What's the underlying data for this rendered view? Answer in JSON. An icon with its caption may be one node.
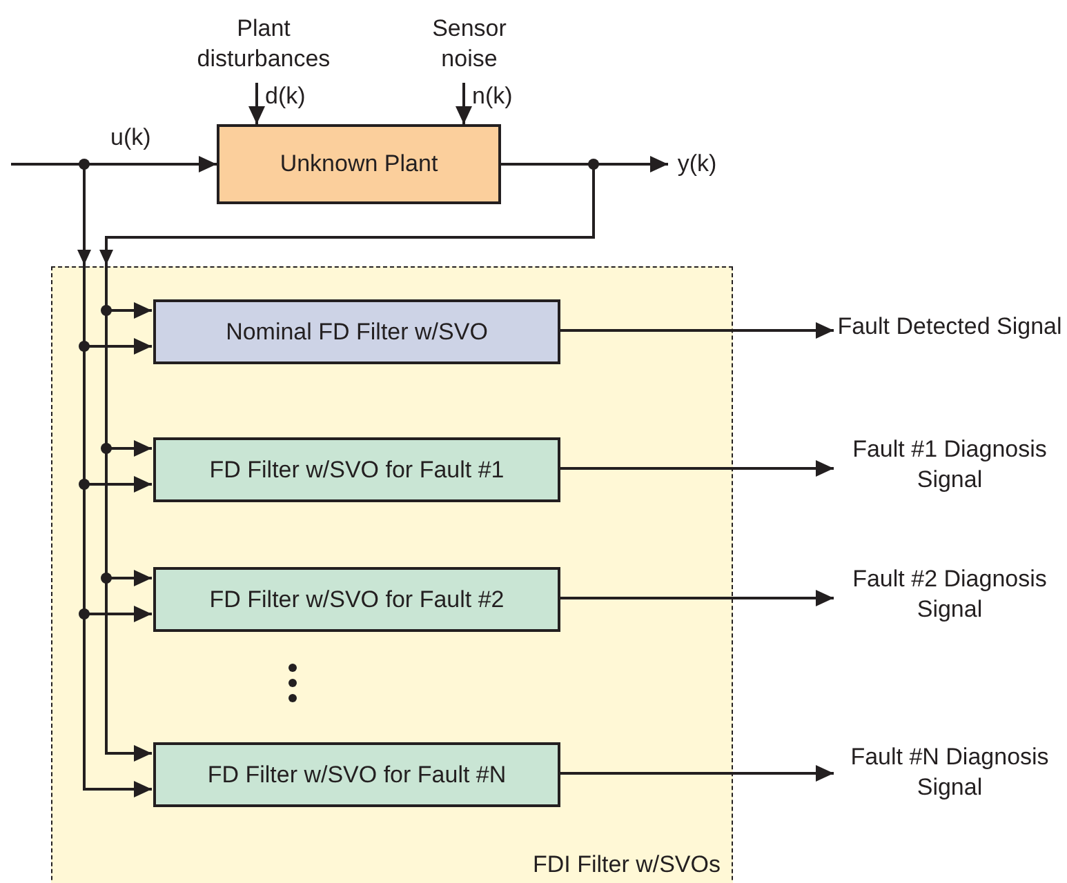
{
  "diagram": {
    "nodes": [
      {
        "text": [
          "Plant disturbances"
        ]
      },
      {
        "text": [
          "Sensor noise"
        ]
      },
      {
        "text": [
          "Unknown Plant"
        ]
      },
      {
        "text": [
          "y(k)"
        ]
      },
      {
        "text": [
          "FDI Filter w/SVOs"
        ]
      },
      {
        "text": [
          "Nominal FD Filter w/SVO"
        ],
        "in": 4
      },
      {
        "text": [
          "FD Filter w/SVO for Fault #1"
        ],
        "in": 4
      },
      {
        "text": [
          "FD Filter w/SVO for Fault #2"
        ],
        "in": 4
      },
      {
        "text": [
          "FD Filter w/SVO for Fault #N"
        ],
        "in": 4
      },
      {
        "text": [
          "Fault Detected Signal"
        ]
      },
      {
        "text": [
          "Fault #1 Diagnosis Signal"
        ]
      },
      {
        "text": [
          "Fault #2 Diagnosis Signal"
        ]
      },
      {
        "text": [
          "Fault #N Diagnosis Signal"
        ]
      }
    ],
    "edges": [
      {
        "from": 0,
        "to": 2,
        "arrow": "to",
        "label": "d(k)"
      },
      {
        "from": 1,
        "to": 2,
        "arrow": "to",
        "label": "n(k)"
      },
      {
        "from": null,
        "to": 2,
        "arrow": "to",
        "label": "u(k)"
      },
      {
        "from": 2,
        "to": 3,
        "arrow": "to"
      },
      {
        "from": null,
        "to": 5,
        "arrow": "to"
      },
      {
        "from": null,
        "to": 6,
        "arrow": "to"
      },
      {
        "from": null,
        "to": 7,
        "arrow": "to"
      },
      {
        "from": null,
        "to": 8,
        "arrow": "to"
      },
      {
        "from": 2,
        "to": 5,
        "arrow": "to"
      },
      {
        "from": 2,
        "to": 6,
        "arrow": "to"
      },
      {
        "from": 2,
        "to": 7,
        "arrow": "to"
      },
      {
        "from": 2,
        "to": 8,
        "arrow": "to"
      },
      {
        "from": 5,
        "to": 9,
        "arrow": "to"
      },
      {
        "from": 6,
        "to": 10,
        "arrow": "to"
      },
      {
        "from": 7,
        "to": 11,
        "arrow": "to"
      },
      {
        "from": 8,
        "to": 12,
        "arrow": "to"
      }
    ]
  }
}
